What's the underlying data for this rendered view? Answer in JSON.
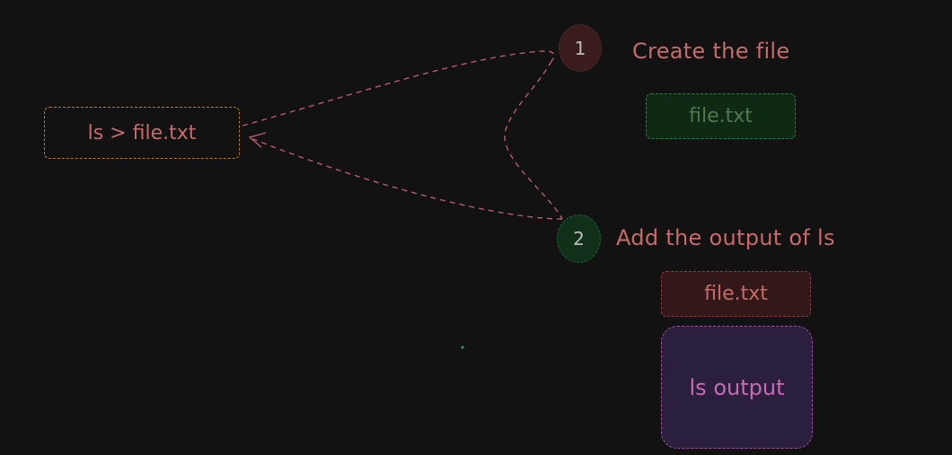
{
  "colors": {
    "background": "#121212",
    "text_red": "#c86a6a",
    "command_border": "#b87a1e",
    "green_fill": "#0f2a14",
    "green_border": "#2f7a3c",
    "red_fill": "#321818",
    "red_border": "#8a3c3c",
    "purple_fill": "#2a1f3d",
    "purple_border": "#a04e9a",
    "purple_text": "#c86ab4",
    "arrow": "#b85a6e",
    "dot": "#1f8f8f"
  },
  "command_box": {
    "text": "ls > file.txt"
  },
  "step1": {
    "number": "1",
    "label": "Create the file",
    "file_box": "file.txt"
  },
  "step2": {
    "number": "2",
    "label": "Add the output of ls",
    "file_box": "file.txt",
    "output_box": "ls output"
  }
}
